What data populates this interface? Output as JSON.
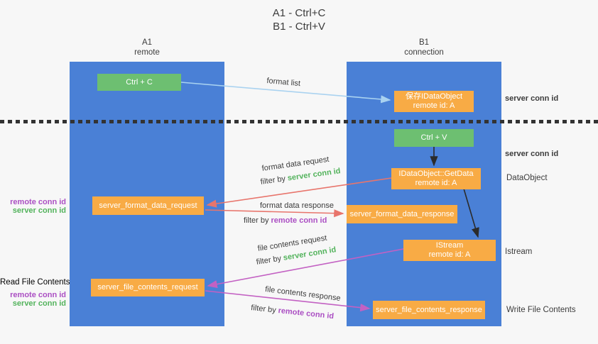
{
  "title": {
    "line1": "A1 - Ctrl+C",
    "line2": "B1 - Ctrl+V"
  },
  "lifelines": {
    "a1": {
      "name": "A1",
      "role": "remote"
    },
    "b1": {
      "name": "B1",
      "role": "connection"
    }
  },
  "nodes": {
    "ctrl_c": "Ctrl + C",
    "ctrl_v": "Ctrl + V",
    "save_dataobject": {
      "line1": "保存IDataObject",
      "line2": "remote id: A"
    },
    "getdata": {
      "line1": "IDataObject::GetData",
      "line2": "remote id: A"
    },
    "istream": {
      "line1": "IStream",
      "line2": "remote id: A"
    },
    "server_format_data_request": "server_format_data_request",
    "server_format_data_response": "server_format_data_response",
    "server_file_contents_request": "server_file_contents_request",
    "server_file_contents_response": "server_file_contents_response"
  },
  "flow_labels": {
    "format_list": "format list",
    "format_data_request": "format data request",
    "format_data_response": "format data response",
    "file_contents_request": "file contents request",
    "file_contents_response": "file contents response",
    "filter_by": "filter by",
    "server_conn_id": "server conn id",
    "remote_conn_id": "remote conn id"
  },
  "annotations": {
    "right_server_conn_id_1": "server conn id",
    "right_server_conn_id_2": "server conn id",
    "dataobject": "DataObject",
    "istream": "Istream",
    "write_file_contents": "Write File Contents",
    "left_remote_conn_id_1": "remote conn id",
    "left_server_conn_id_1": "server conn id",
    "read_file_contents": "Read File Contents",
    "left_remote_conn_id_2": "remote conn id",
    "left_server_conn_id_2": "server conn id"
  },
  "colors": {
    "lifeline_blue": "#4a80d6",
    "node_green": "#6dbf71",
    "node_orange": "#f8ab45",
    "arrow_red": "#e8756c",
    "arrow_magenta": "#c361c3",
    "arrow_light_blue": "#a9d2f0",
    "arrow_black": "#2b2b2b",
    "text_green": "#53b35c",
    "text_purple": "#ab4fc3",
    "text_dark": "#3c3c3c"
  }
}
